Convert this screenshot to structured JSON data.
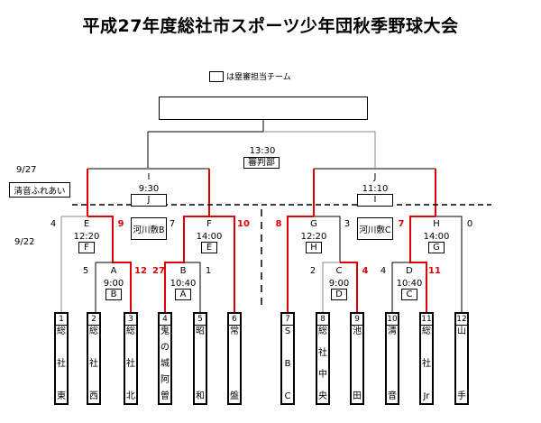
{
  "title": "平成27年度総社市スポーツ少年団秋季野球大会",
  "legend": {
    "label": "は塁審担当チーム"
  },
  "dates": {
    "semifinal": "9/27",
    "early_rounds": "9/22"
  },
  "final": {
    "time": "13:30",
    "referee": "審判部"
  },
  "venues": {
    "semifinal": "清音ふれあい",
    "left_block": "河川敷B",
    "right_block": "河川敷C"
  },
  "games": {
    "I": {
      "label": "I",
      "time": "9:30",
      "referee": "J"
    },
    "J": {
      "label": "J",
      "time": "11:10",
      "referee": "I"
    },
    "E": {
      "label": "E",
      "time": "12:20",
      "referee": "F",
      "score_left": "4",
      "score_right": "9"
    },
    "F": {
      "label": "F",
      "time": "14:00",
      "referee": "E",
      "score_left": "7",
      "score_right": "10"
    },
    "G": {
      "label": "G",
      "time": "12:20",
      "referee": "H",
      "score_left": "8",
      "score_right": "3"
    },
    "H": {
      "label": "H",
      "time": "14:00",
      "referee": "G",
      "score_left": "7",
      "score_right": "0"
    },
    "A": {
      "label": "A",
      "time": "9:00",
      "referee": "B",
      "score_left": "5",
      "score_right": "12"
    },
    "B": {
      "label": "B",
      "time": "10:40",
      "referee": "A",
      "score_left": "27",
      "score_right": "1"
    },
    "C": {
      "label": "C",
      "time": "9:00",
      "referee": "D",
      "score_left": "2",
      "score_right": "4"
    },
    "D": {
      "label": "D",
      "time": "10:40",
      "referee": "C",
      "score_left": "4",
      "score_right": "11"
    }
  },
  "teams": [
    {
      "num": "1",
      "chars": [
        "総",
        "社",
        "東"
      ]
    },
    {
      "num": "2",
      "chars": [
        "総",
        "社",
        "西"
      ]
    },
    {
      "num": "3",
      "chars": [
        "総",
        "社",
        "北"
      ]
    },
    {
      "num": "4",
      "chars": [
        "鬼",
        "の",
        "城",
        "阿",
        "曽"
      ]
    },
    {
      "num": "5",
      "chars": [
        "昭",
        "和"
      ]
    },
    {
      "num": "6",
      "chars": [
        "常",
        "盤"
      ]
    },
    {
      "num": "7",
      "chars": [
        "S",
        "B",
        "C"
      ]
    },
    {
      "num": "8",
      "chars": [
        "総",
        "社",
        "中",
        "央"
      ]
    },
    {
      "num": "9",
      "chars": [
        "池",
        "田"
      ]
    },
    {
      "num": "10",
      "chars": [
        "清",
        "音"
      ]
    },
    {
      "num": "11",
      "chars": [
        "総",
        "社",
        "Jr"
      ]
    },
    {
      "num": "12",
      "chars": [
        "山",
        "手"
      ]
    }
  ],
  "colors": {
    "winner_line": "#e00000",
    "line": "#000000",
    "loser_line": "#888888"
  }
}
